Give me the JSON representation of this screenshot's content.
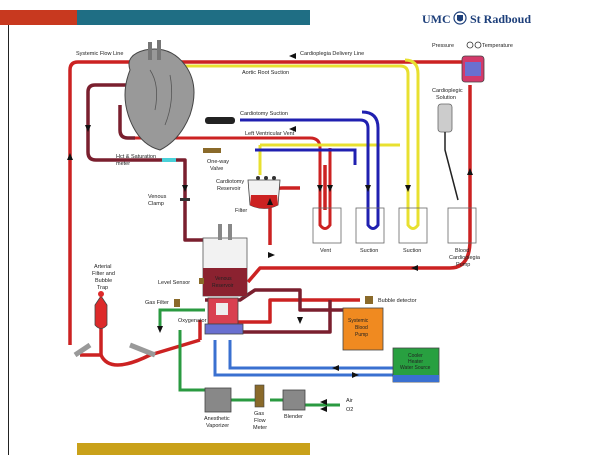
{
  "header": {
    "logo_left": "UMC",
    "logo_right": "St Radboud"
  },
  "colors": {
    "bar_red": "#c8391f",
    "bar_teal": "#1f6e84",
    "bar_gold": "#c9a11a",
    "arterial": "#cc2222",
    "venous": "#7a1f2e",
    "cardioplegia": "#e8e030",
    "suction": "#2020b0",
    "gas": "#2a9a40",
    "water": "#3a70d0"
  },
  "labels": {
    "systemic_flow_line": "Systemic Flow Line",
    "cardioplegia_delivery_line": "Cardioplegia Delivery Line",
    "pressure": "Pressure",
    "temperature": "Temperature",
    "aortic_root_suction": "Aortic Root Suction",
    "cardioplegic_solution_1": "Cardioplegic",
    "cardioplegic_solution_2": "Solution",
    "cardiotomy_suction": "Cardiotomy Suction",
    "left_ventricular_vent": "Left Ventricular Vent",
    "hct_sat_1": "Hct & Saturation",
    "hct_sat_2": "meter",
    "one_way_valve_1": "One-way",
    "one_way_valve_2": "Valve",
    "cardiotomy_reservoir_1": "Cardiotomy",
    "cardiotomy_reservoir_2": "Reservoir",
    "venous_clamp_1": "Venous",
    "venous_clamp_2": "Clamp",
    "filter": "Filter",
    "vent": "Vent",
    "suction_1": "Suction",
    "suction_2": "Suction",
    "blood_cardioplegia_1": "Blood",
    "blood_cardioplegia_2": "Cardioplegia",
    "blood_cardioplegia_3": "Pump",
    "arterial_filter_1": "Arterial",
    "arterial_filter_2": "Filter and",
    "arterial_filter_3": "Bubble",
    "arterial_filter_4": "Trap",
    "level_sensor": "Level Sensor",
    "venous_reservoir_1": "Venous",
    "venous_reservoir_2": "Reservoir",
    "gas_filter": "Gas Filter",
    "oxygenator": "Oxygenator",
    "bubble_detector": "Bubble detector",
    "systemic_pump_1": "Systemic",
    "systemic_pump_2": "Blood",
    "systemic_pump_3": "Pump",
    "cooler_1": "Cooler",
    "cooler_2": "Heater",
    "cooler_3": "Water Source",
    "anesthetic_1": "Anesthetic",
    "anesthetic_2": "Vaporizer",
    "gas_flow_1": "Gas",
    "gas_flow_2": "Flow",
    "gas_flow_3": "Meter",
    "blender": "Blender",
    "air": "Air",
    "o2": "O2"
  }
}
